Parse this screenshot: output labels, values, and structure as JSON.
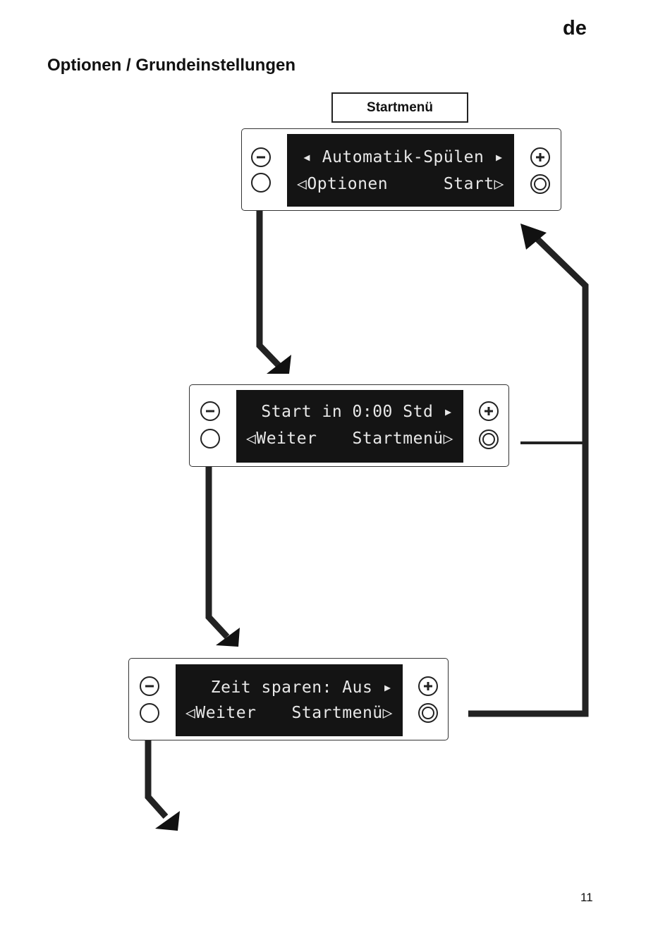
{
  "header": {
    "language": "de",
    "title": "Optionen / Grundeinstellungen"
  },
  "start_menu_label": "Startmenü",
  "panels": [
    {
      "line1": "◂ Automatik-Spülen ▸",
      "left_label": "◁Optionen",
      "right_label": "Start▷"
    },
    {
      "line1": "Start in 0:00 Std ▸",
      "left_label": "◁Weiter",
      "right_label": "Startmenü▷"
    },
    {
      "line1": "Zeit sparen: Aus ▸",
      "left_label": "◁Weiter",
      "right_label": "Startmenü▷"
    }
  ],
  "icons": {
    "minus": "minus-button-icon",
    "plus": "plus-button-icon",
    "ring": "double-ring-button-icon"
  },
  "footer": {
    "page_number": "11"
  }
}
